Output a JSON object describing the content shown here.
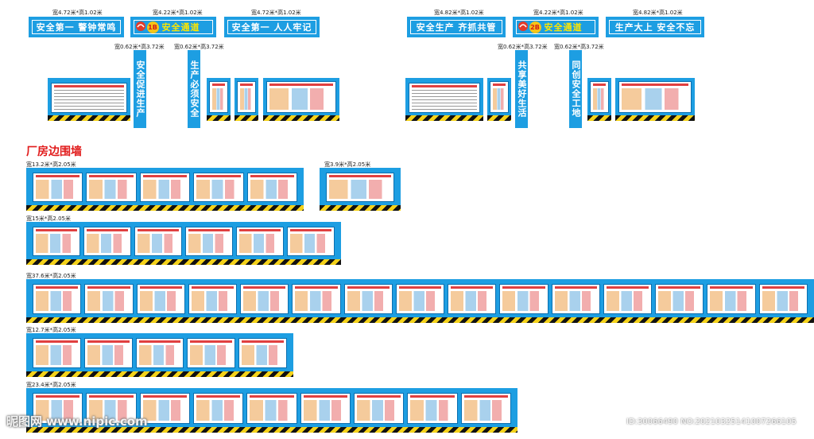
{
  "top": {
    "banners": [
      {
        "dim": "宽4.72米*高1.02米",
        "text": "安全第一  警钟常鸣"
      },
      {
        "dim": "宽4.22米*高1.02米",
        "badge": "1B",
        "text": "安全通道"
      },
      {
        "dim": "宽4.72米*高1.02米",
        "text": "安全第一  人人牢记"
      },
      {
        "dim": "宽4.82米*高1.02米",
        "text": "安全生产  齐抓共管"
      },
      {
        "dim": "宽4.22米*高1.02米",
        "badge": "2B",
        "text": "安全通道"
      },
      {
        "dim": "宽4.82米*高1.02米",
        "text": "生产大上  安全不忘"
      }
    ],
    "pillars": [
      {
        "dim": "宽0.62米*高3.72米",
        "text": "安全促进生产"
      },
      {
        "dim": "宽0.62米*高3.72米",
        "text": "生产必须安全"
      },
      {
        "dim": "宽0.62米*高3.72米",
        "text": "共享美好生活"
      },
      {
        "dim": "宽0.62米*高3.72米",
        "text": "同创安全工地"
      }
    ]
  },
  "section": {
    "title": "厂房边围墙"
  },
  "walls": [
    {
      "dim": "宽13.2米*高2.05米"
    },
    {
      "dim": "宽3.9米*高2.05米"
    },
    {
      "dim": "宽15米*高2.05米"
    },
    {
      "dim": "宽37.6米*高2.05米"
    },
    {
      "dim": "宽12.7米*高2.05米"
    },
    {
      "dim": "宽23.4米*高2.05米"
    }
  ],
  "watermark": {
    "left": "昵图网 www.nipic.com",
    "right": "ID:30066490 NO:20210325141007266105"
  },
  "colors": {
    "board_blue": "#1d9ee2",
    "title_red": "#e11a1a",
    "hazard_yellow": "#f4d21a"
  }
}
